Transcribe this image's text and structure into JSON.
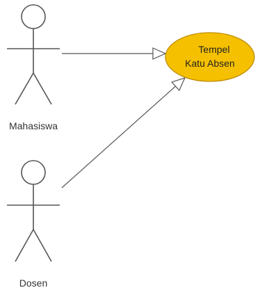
{
  "diagram": {
    "actors": [
      {
        "id": "mahasiswa",
        "label": "Mahasiswa"
      },
      {
        "id": "dosen",
        "label": "Dosen"
      }
    ],
    "use_case": {
      "line1": "Tempel",
      "line2": "Katu Absen",
      "fill": "#F5C000",
      "stroke": "#C08C00"
    },
    "connections": [
      {
        "from": "mahasiswa",
        "to": "use_case",
        "arrow": "hollow-triangle"
      },
      {
        "from": "dosen",
        "to": "use_case",
        "arrow": "hollow-triangle"
      }
    ]
  }
}
